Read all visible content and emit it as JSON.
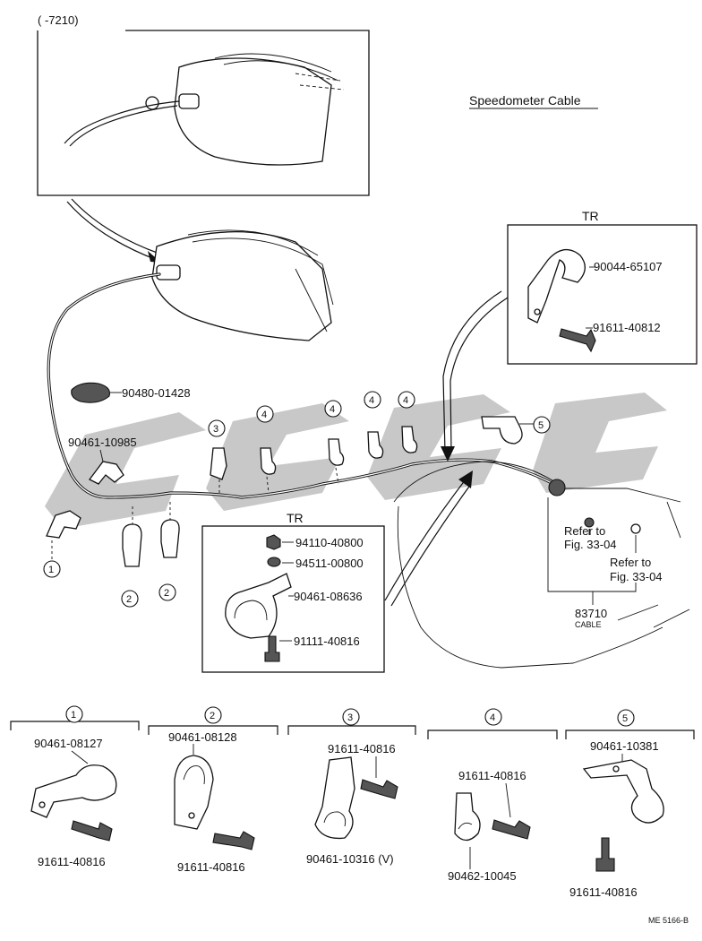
{
  "diagram": {
    "title": "Speedometer Cable",
    "inset_label": "(      -7210)",
    "footer_code": "ME 5166-B",
    "tr_label": "TR",
    "cable_label": "CABLE",
    "parts": {
      "p90480_01428": "90480-01428",
      "p90461_10985": "90461-10985",
      "p90044_65107": "90044-65107",
      "p91611_40812": "91611-40812",
      "p94110_40800": "94110-40800",
      "p94511_00800": "94511-00800",
      "p90461_08636": "90461-08636",
      "p91111_40816": "91111-40816",
      "p83710": "83710",
      "refer1": "Refer to",
      "refer1b": "Fig. 33-04",
      "refer2": "Refer to",
      "refer2b": "Fig. 33-04"
    },
    "callouts": {
      "c1": "1",
      "c2a": "2",
      "c2b": "2",
      "c3": "3",
      "c4a": "4",
      "c4b": "4",
      "c4c": "4",
      "c4d": "4",
      "c5": "5"
    },
    "detail_groups": [
      {
        "number": "1",
        "clamp": "90461-08127",
        "bolt": "91611-40816"
      },
      {
        "number": "2",
        "clamp": "90461-08128",
        "bolt": "91611-40816"
      },
      {
        "number": "3",
        "clamp": "90461-10316 (V)",
        "bolt": "91611-40816"
      },
      {
        "number": "4",
        "clamp": "90462-10045",
        "bolt": "91611-40816"
      },
      {
        "number": "5",
        "clamp": "90461-10381",
        "bolt": "91611-40816"
      }
    ]
  }
}
